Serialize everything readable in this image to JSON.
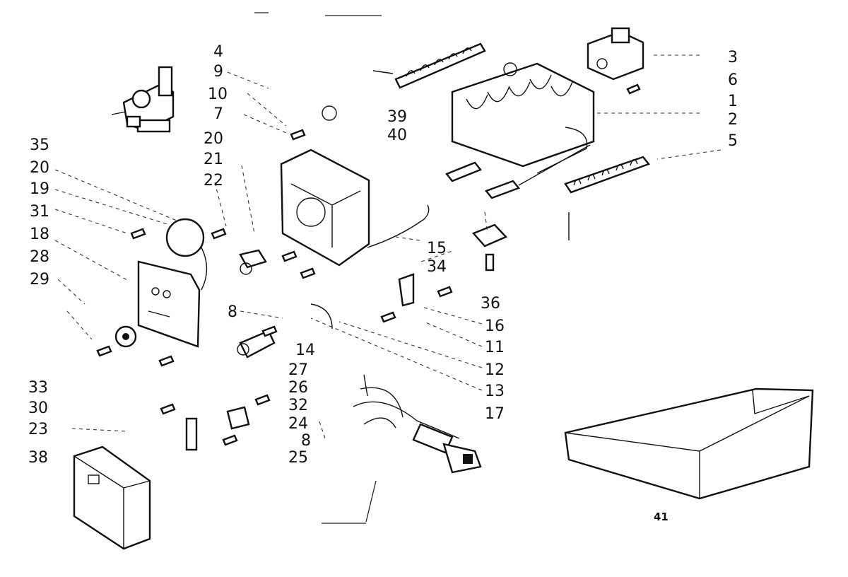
{
  "labels": {
    "l4": "4",
    "l9": "9",
    "l10": "10",
    "l7": "7",
    "l20a": "20",
    "l21": "21",
    "l22": "22",
    "l3": "3",
    "l6": "6",
    "l1": "1",
    "l2": "2",
    "l5": "5",
    "l39": "39",
    "l40": "40",
    "l35": "35",
    "l20b": "20",
    "l19": "19",
    "l31": "31",
    "l18": "18",
    "l28": "28",
    "l29": "29",
    "l8a": "8",
    "l15": "15",
    "l34": "34",
    "l36": "36",
    "l16": "16",
    "l11": "11",
    "l12": "12",
    "l13": "13",
    "l17": "17",
    "l14": "14",
    "l27": "27",
    "l26": "26",
    "l32": "32",
    "l24": "24",
    "l8b": "8",
    "l25": "25",
    "l33": "33",
    "l30": "30",
    "l23": "23",
    "l38": "38",
    "l41": "41"
  }
}
